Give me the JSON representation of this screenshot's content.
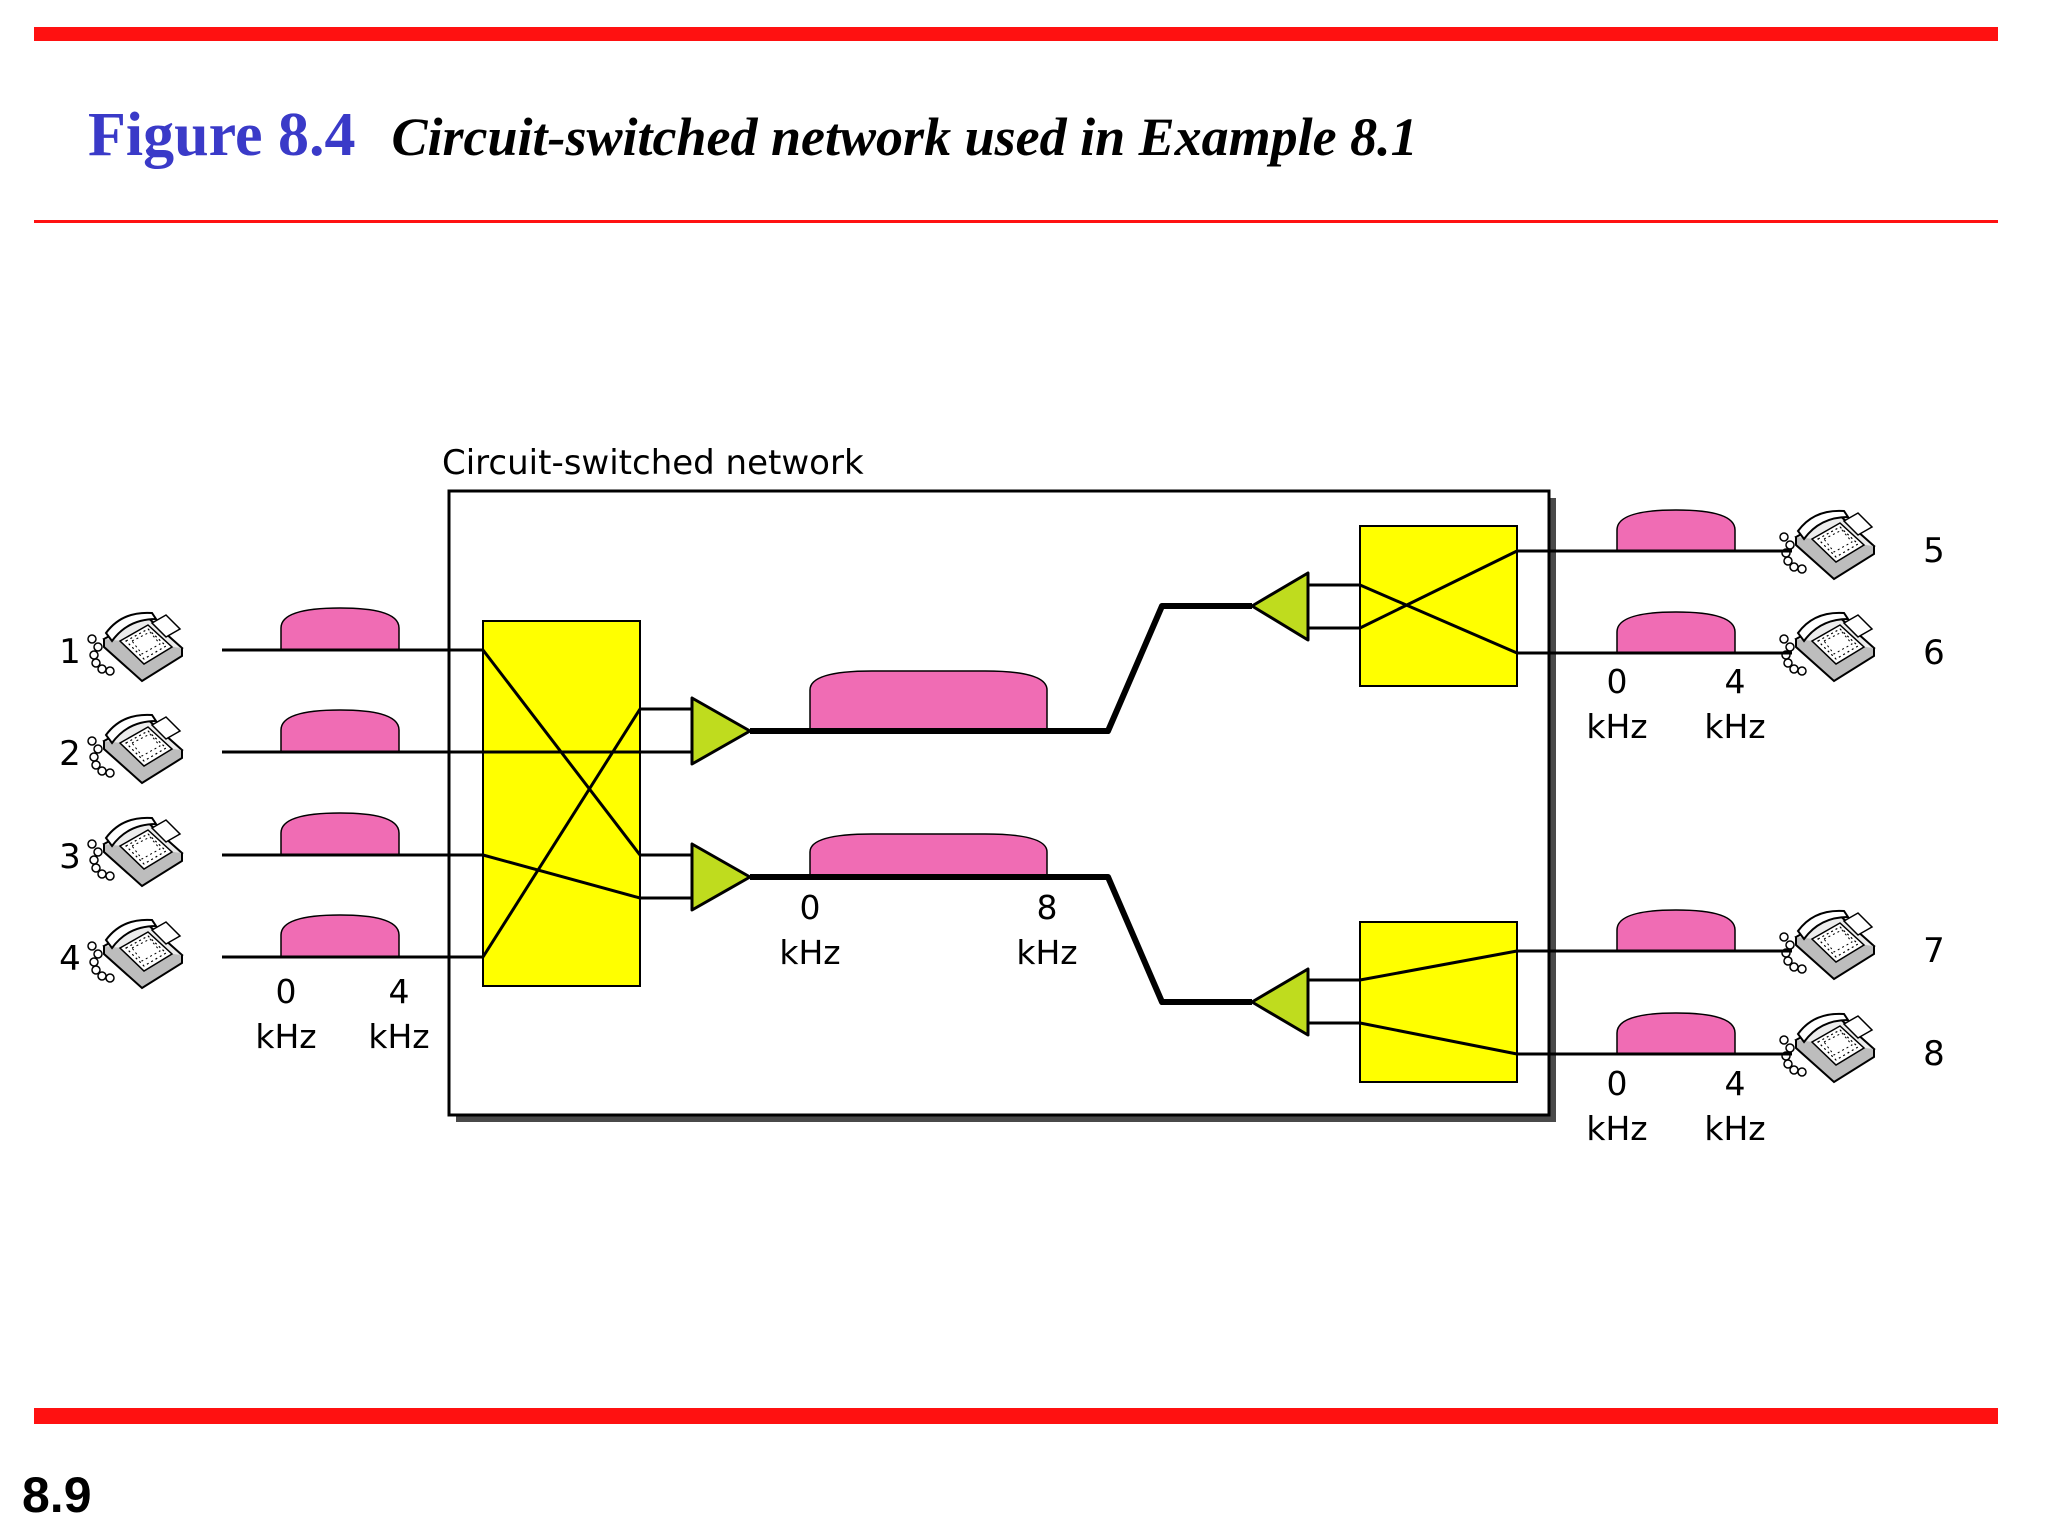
{
  "header": {
    "figure_label": "Figure 8.4",
    "caption": "Circuit-switched network used in Example 8.1"
  },
  "diagram": {
    "network_label": "Circuit-switched network",
    "telephones": [
      "1",
      "2",
      "3",
      "4",
      "5",
      "6",
      "7",
      "8"
    ],
    "input_band": {
      "start": "0",
      "start_unit": "kHz",
      "end": "4",
      "end_unit": "kHz"
    },
    "trunk_band": {
      "start": "0",
      "start_unit": "kHz",
      "end": "8",
      "end_unit": "kHz"
    },
    "output_band_top": {
      "start": "0",
      "start_unit": "kHz",
      "end": "4",
      "end_unit": "kHz"
    },
    "output_band_bottom": {
      "start": "0",
      "start_unit": "kHz",
      "end": "4",
      "end_unit": "kHz"
    },
    "colors": {
      "spectrum": "#f06cb4",
      "switch": "#ffff00",
      "amplifier": "#bfdc1e",
      "rule": "#ff1111",
      "figure_label": "#3a3ac8"
    }
  },
  "footer": {
    "page_number": "8.9"
  }
}
